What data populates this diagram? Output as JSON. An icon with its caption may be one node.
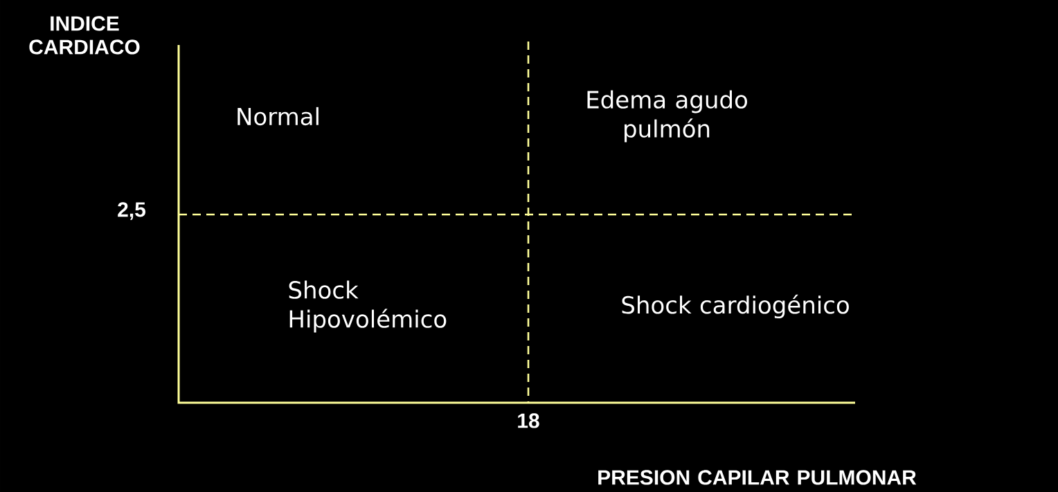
{
  "diagram": {
    "labels": [
      "INDICE CARDIACO",
      "Normal",
      "Edema agudo pulmón",
      "2,5",
      "Shock Hipovolémico",
      "Shock cardiogénico",
      "18",
      "PRESION CAPILAR PULMONAR"
    ]
  }
}
